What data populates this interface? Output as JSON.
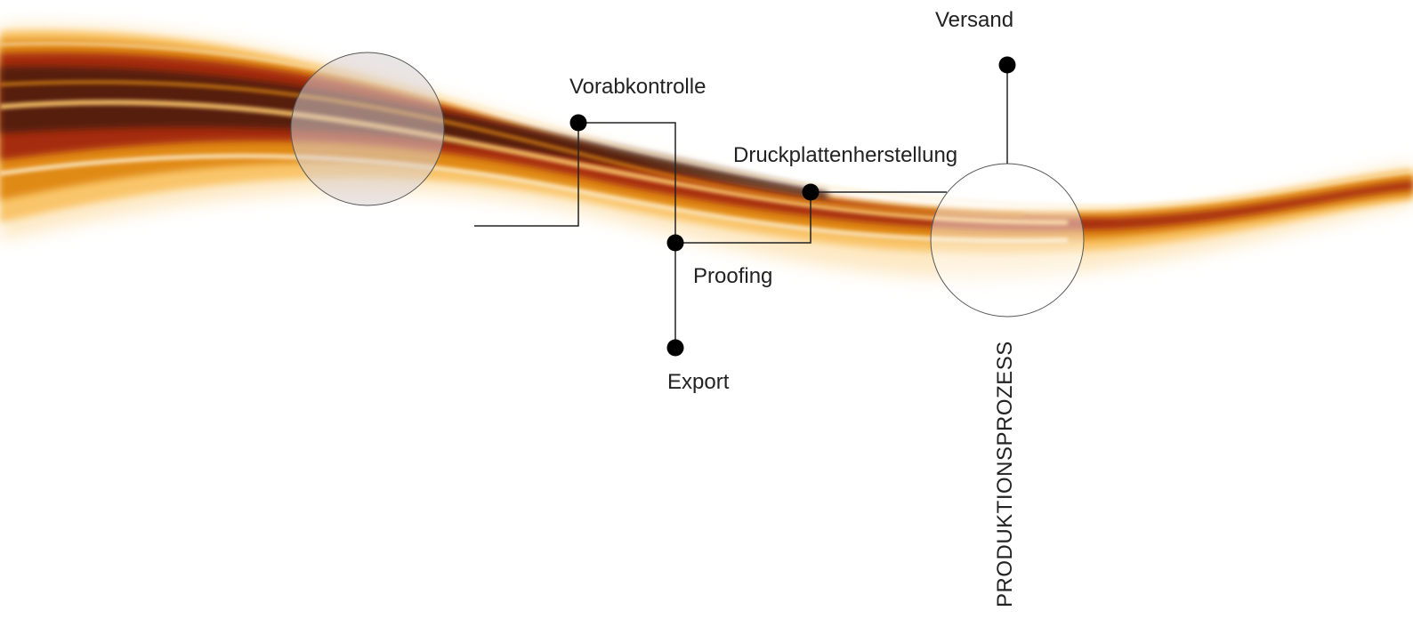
{
  "steps": {
    "vorabkontrolle": "Vorabkontrolle",
    "proofing": "Proofing",
    "export": "Export",
    "druckplattenherstellung": "Druckplattenherstellung",
    "versand": "Versand"
  },
  "side_label": "PRODUKTIONSPROZESS",
  "colors": {
    "ribbon_dark": "#4a1e0a",
    "ribbon_red": "#9b1f10",
    "ribbon_orange": "#e08a12",
    "ribbon_light": "#f9c56a",
    "ribbon_pale": "#fde8c2",
    "line": "#222222",
    "node": "#000000",
    "circle_fill": "#d9d0d0"
  }
}
